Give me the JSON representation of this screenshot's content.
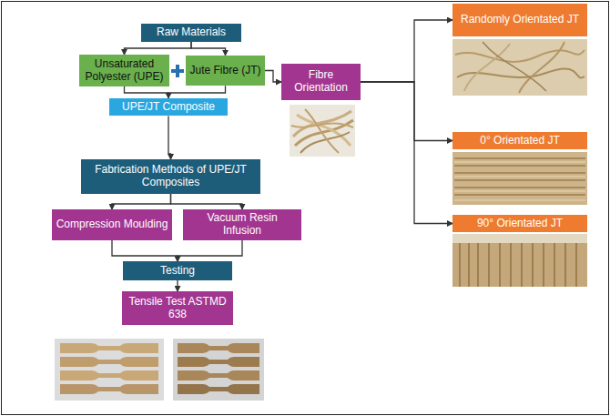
{
  "diagram": {
    "nodes": [
      {
        "text": [
          "Raw Materials"
        ]
      },
      {
        "text": [
          "Unsaturated Polyester (UPE)"
        ]
      },
      {
        "text": [
          "Jute Fibre (JT)"
        ]
      },
      {
        "text": [
          "UPE/JT Composite"
        ]
      },
      {
        "text": [
          "Fabrication Methods of UPE/JT Composites"
        ]
      },
      {
        "text": [
          "Compression Moulding"
        ]
      },
      {
        "text": [
          "Vacuum Resin Infusion"
        ]
      },
      {
        "text": [
          "Testing"
        ]
      },
      {
        "text": [
          "Tensile Test ASTMD 638"
        ]
      },
      {
        "text": [
          "Fibre Orientation"
        ]
      },
      {
        "text": [
          "Randomly Orientated JT"
        ]
      },
      {
        "text": [
          "0° Orientated JT"
        ]
      },
      {
        "text": [
          "90° Orientated JT"
        ]
      }
    ],
    "edges": [
      {
        "from": 0,
        "to": 1,
        "arrow": "to"
      },
      {
        "from": 0,
        "to": 2,
        "arrow": "to"
      },
      {
        "from": 1,
        "to": 3,
        "arrow": "to"
      },
      {
        "from": 2,
        "to": 3,
        "arrow": "to"
      },
      {
        "from": 2,
        "to": 9,
        "arrow": "to"
      },
      {
        "from": 3,
        "to": 4,
        "arrow": "to"
      },
      {
        "from": 4,
        "to": 5,
        "arrow": "to"
      },
      {
        "from": 4,
        "to": 6,
        "arrow": "to"
      },
      {
        "from": 5,
        "to": 7,
        "arrow": "to"
      },
      {
        "from": 6,
        "to": 7,
        "arrow": "to"
      },
      {
        "from": 7,
        "to": 8,
        "arrow": "to"
      },
      {
        "from": 9,
        "to": 10,
        "arrow": "to"
      },
      {
        "from": 9,
        "to": 11,
        "arrow": "to"
      },
      {
        "from": 9,
        "to": 12,
        "arrow": "to"
      }
    ]
  }
}
